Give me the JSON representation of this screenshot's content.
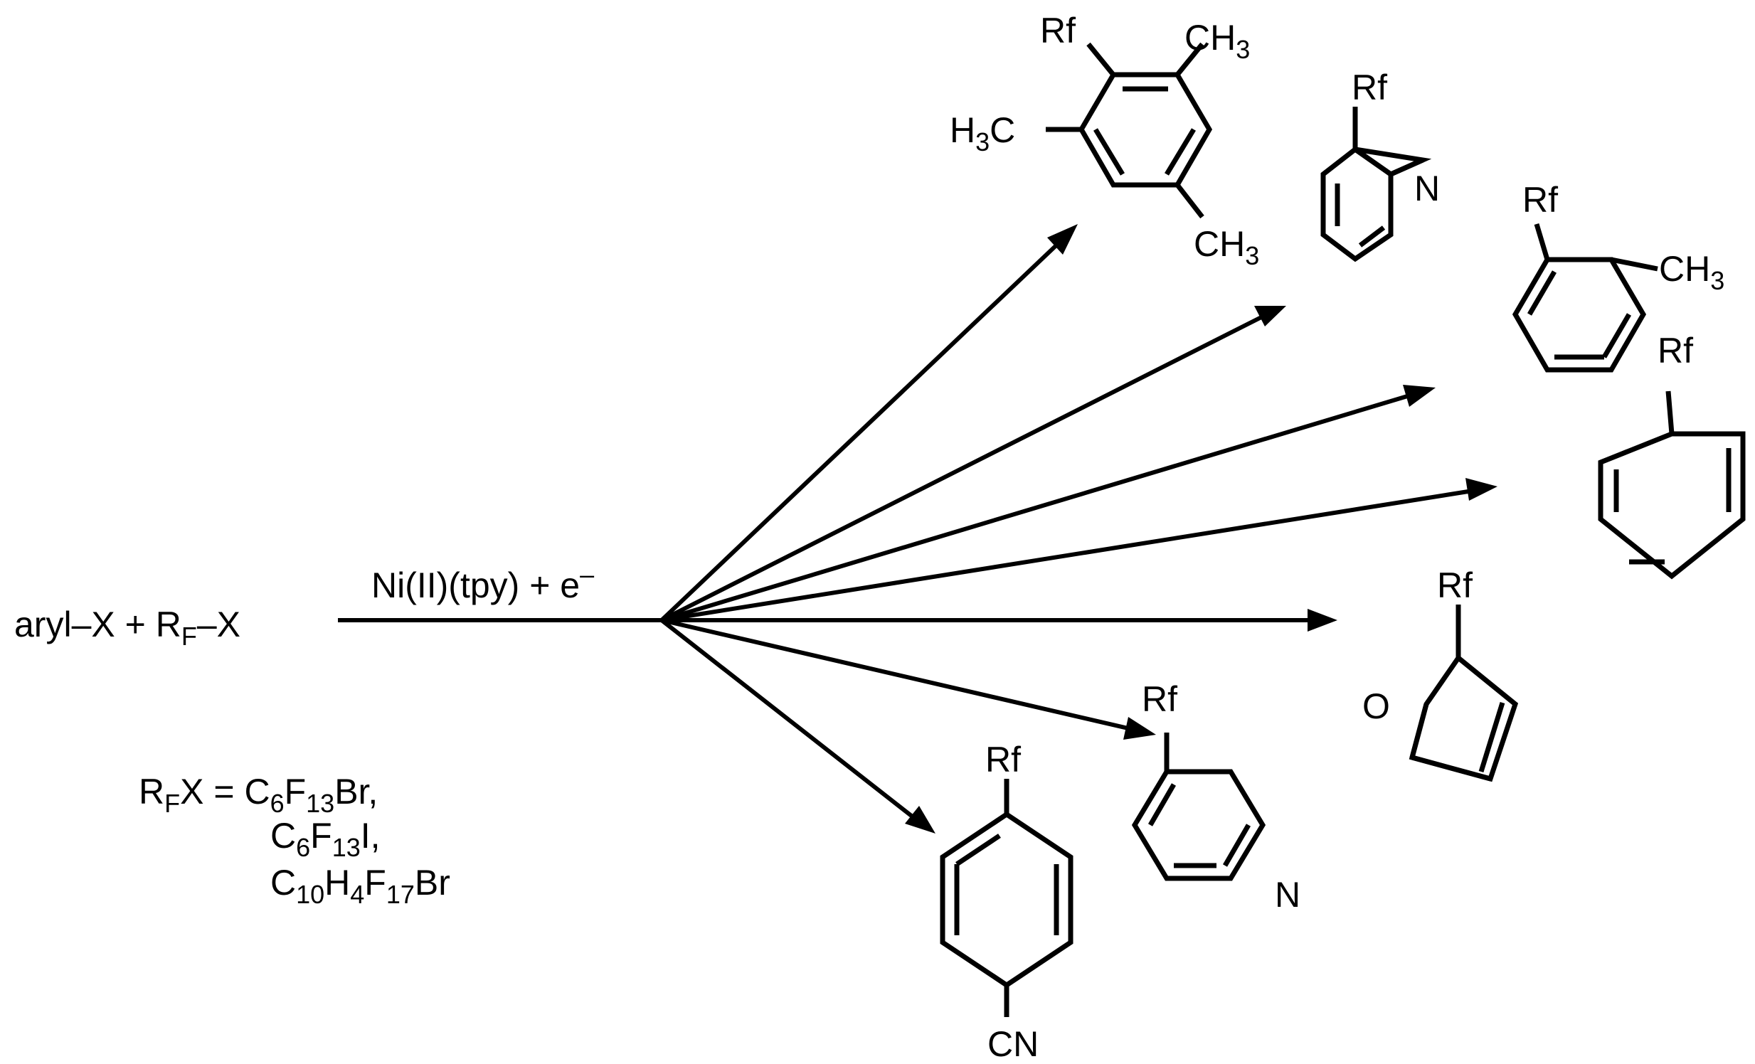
{
  "reaction": {
    "reactants": "aryl–X + R_F–X",
    "reactant_aryl": "aryl–X + R",
    "reactant_sub": "F",
    "reactant_tail": "–X",
    "conditions_main": "Ni(II)(tpy) + e",
    "conditions_sup": "–"
  },
  "rfx_note": {
    "line1_parts": [
      "R",
      "F",
      "X = C",
      "6",
      "F",
      "13",
      "Br,"
    ],
    "line2_parts": [
      "C",
      "6",
      "F",
      "13",
      "I,"
    ],
    "line3_parts": [
      "C",
      "10",
      "H",
      "4",
      "F",
      "17",
      "Br"
    ]
  },
  "products": {
    "mesityl": {
      "rf": "Rf",
      "ch3_top": "CH3",
      "h3c": "H3C",
      "ch3_bottom": "CH3"
    },
    "pyridin2yl": {
      "rf": "Rf",
      "n": "N"
    },
    "tolyl": {
      "rf": "Rf",
      "ch3": "CH3"
    },
    "phenyl": {
      "rf": "Rf"
    },
    "furyl": {
      "rf": "Rf",
      "o": "O"
    },
    "pyridin3yl": {
      "rf": "Rf",
      "n": "N"
    },
    "cyanophenyl": {
      "rf": "Rf",
      "cn": "CN"
    }
  }
}
